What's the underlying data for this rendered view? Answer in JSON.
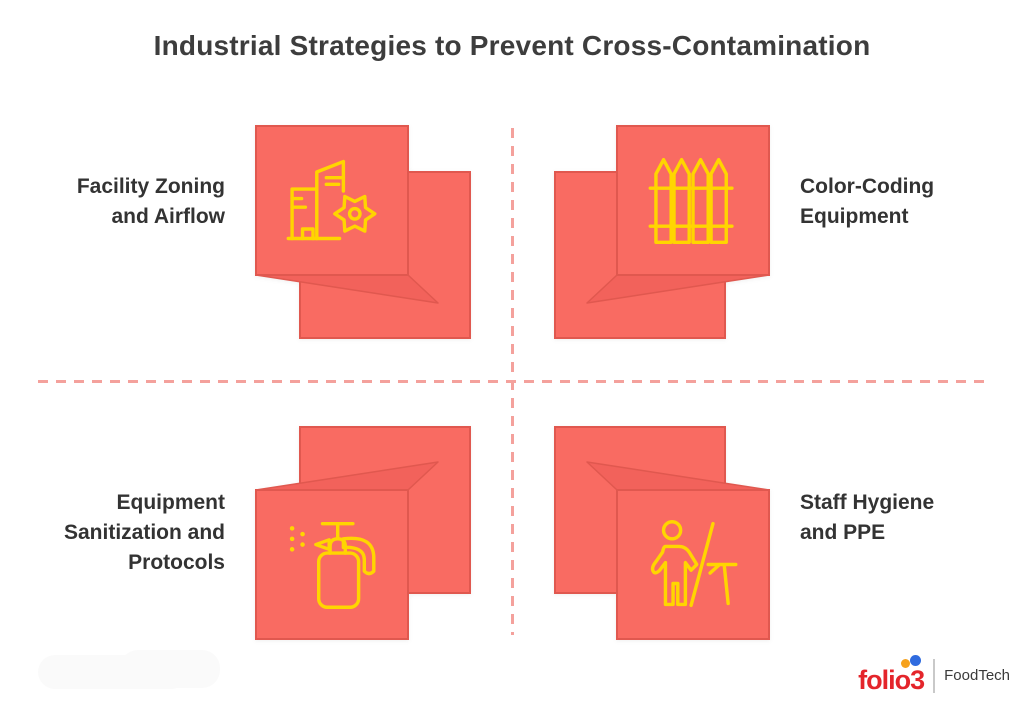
{
  "title": "Industrial Strategies to Prevent Cross-Contamination",
  "quadrants": [
    {
      "name": "facility-zoning-airflow",
      "icon": "building-gear-icon",
      "lines": [
        "Facility Zoning",
        "and Airflow"
      ]
    },
    {
      "name": "color-coding-equipment",
      "icon": "fence-icon",
      "lines": [
        "Color-Coding",
        "Equipment"
      ]
    },
    {
      "name": "equipment-sanitization-protocols",
      "icon": "spray-bottle-icon",
      "lines": [
        "Equipment",
        "Sanitization and",
        "Protocols"
      ]
    },
    {
      "name": "staff-hygiene-ppe",
      "icon": "person-cleaning-icon",
      "lines": [
        "Staff Hygiene",
        "and PPE"
      ]
    }
  ],
  "logo": {
    "brand": "folio3",
    "suffix": "FoodTech"
  },
  "colors": {
    "title_text": "#3d3d3d",
    "label_text": "#333333",
    "box_fill": "#f96b62",
    "box_fold": "#f2625b",
    "box_stroke": "#e0584f",
    "icon_stroke": "#ffd500",
    "dashed_line": "#f4a19c",
    "logo_red": "#e4252b",
    "logo_dot_orange": "#f6a21d",
    "logo_dot_blue": "#2f6bdf",
    "logo_suffix_text": "#3a3a3a"
  }
}
